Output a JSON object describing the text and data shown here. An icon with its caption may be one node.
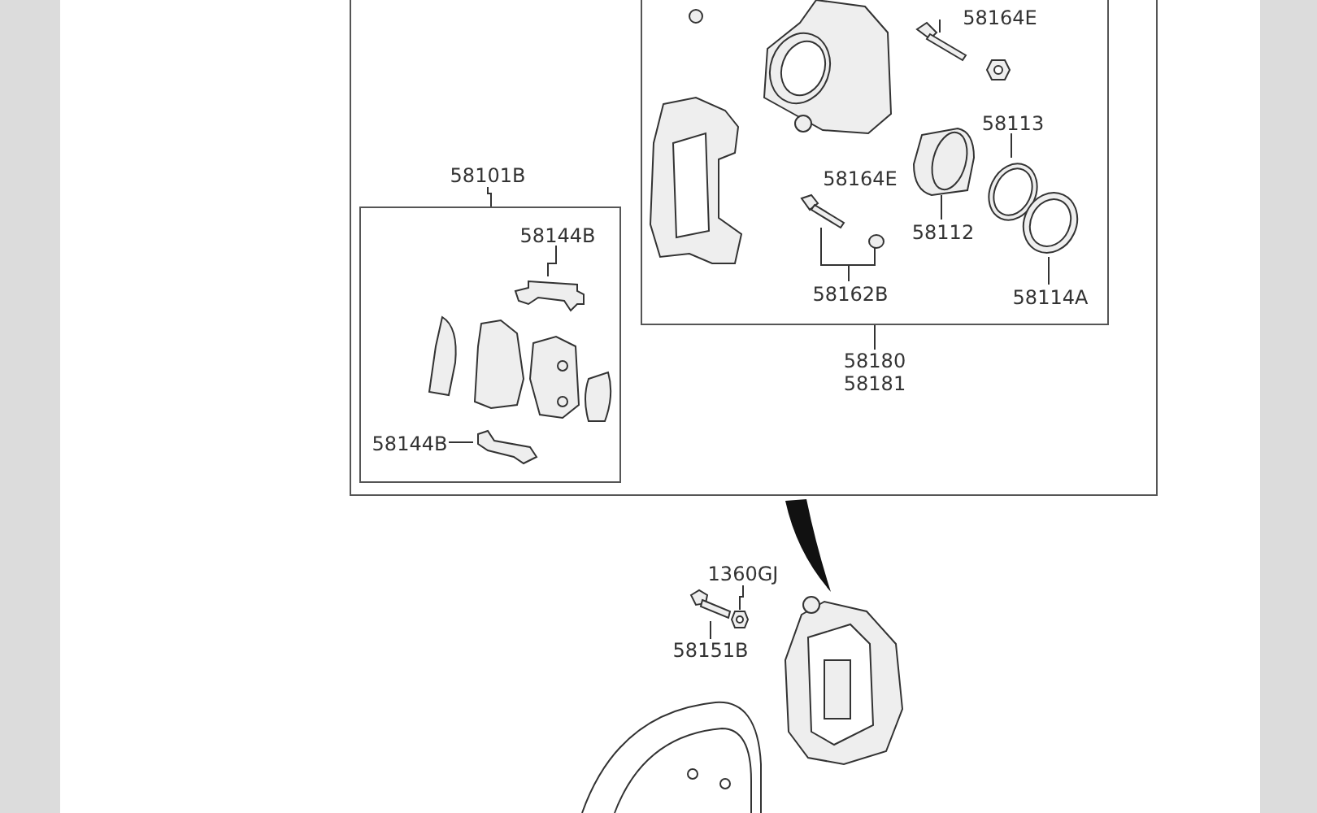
{
  "diagram": {
    "nodes": [
      {
        "text": [
          "58101B"
        ]
      },
      {
        "text": [],
        "shape": "box"
      },
      {
        "text": [
          "58144B"
        ],
        "in": 1
      },
      {
        "text": [],
        "shape": "picture",
        "in": 1
      },
      {
        "text": [
          "58144B"
        ],
        "in": 1
      },
      {
        "text": [],
        "shape": "picture",
        "in": 1
      },
      {
        "text": [],
        "shape": "box"
      },
      {
        "text": [
          "58180 58181"
        ]
      },
      {
        "text": [
          "58162B"
        ],
        "in": 6
      },
      {
        "text": [],
        "shape": "picture",
        "in": 6
      },
      {
        "text": [],
        "shape": "circle",
        "in": 6
      },
      {
        "text": [
          "58113"
        ],
        "in": 6
      },
      {
        "text": [],
        "shape": "picture",
        "in": 6
      },
      {
        "text": [
          "58112"
        ],
        "in": 6
      },
      {
        "text": [],
        "shape": "picture",
        "in": 6
      },
      {
        "text": [
          "58114A"
        ],
        "in": 6
      },
      {
        "text": [],
        "shape": "picture",
        "in": 6
      },
      {
        "text": [
          "1360GJ"
        ]
      },
      {
        "text": [],
        "shape": "picture"
      },
      {
        "text": [
          "58151B"
        ]
      },
      {
        "text": [],
        "shape": "picture"
      }
    ],
    "edges": [
      {
        "from": 0,
        "to": 1,
        "arrow": "none"
      },
      {
        "from": 2,
        "to": 3,
        "arrow": "none"
      },
      {
        "from": 4,
        "to": 5,
        "arrow": "none"
      },
      {
        "from": 7,
        "to": 6,
        "arrow": "none"
      },
      {
        "from": 8,
        "to": 9,
        "arrow": "none"
      },
      {
        "from": 8,
        "to": 10,
        "arrow": "none"
      },
      {
        "from": 11,
        "to": 12,
        "arrow": "none"
      },
      {
        "from": 13,
        "to": 14,
        "arrow": "none"
      },
      {
        "from": 15,
        "to": 16,
        "arrow": "none"
      },
      {
        "from": 17,
        "to": 18,
        "arrow": "none"
      },
      {
        "from": 19,
        "to": 20,
        "arrow": "none"
      }
    ],
    "labels": [
      "58164E",
      "58164E"
    ]
  }
}
